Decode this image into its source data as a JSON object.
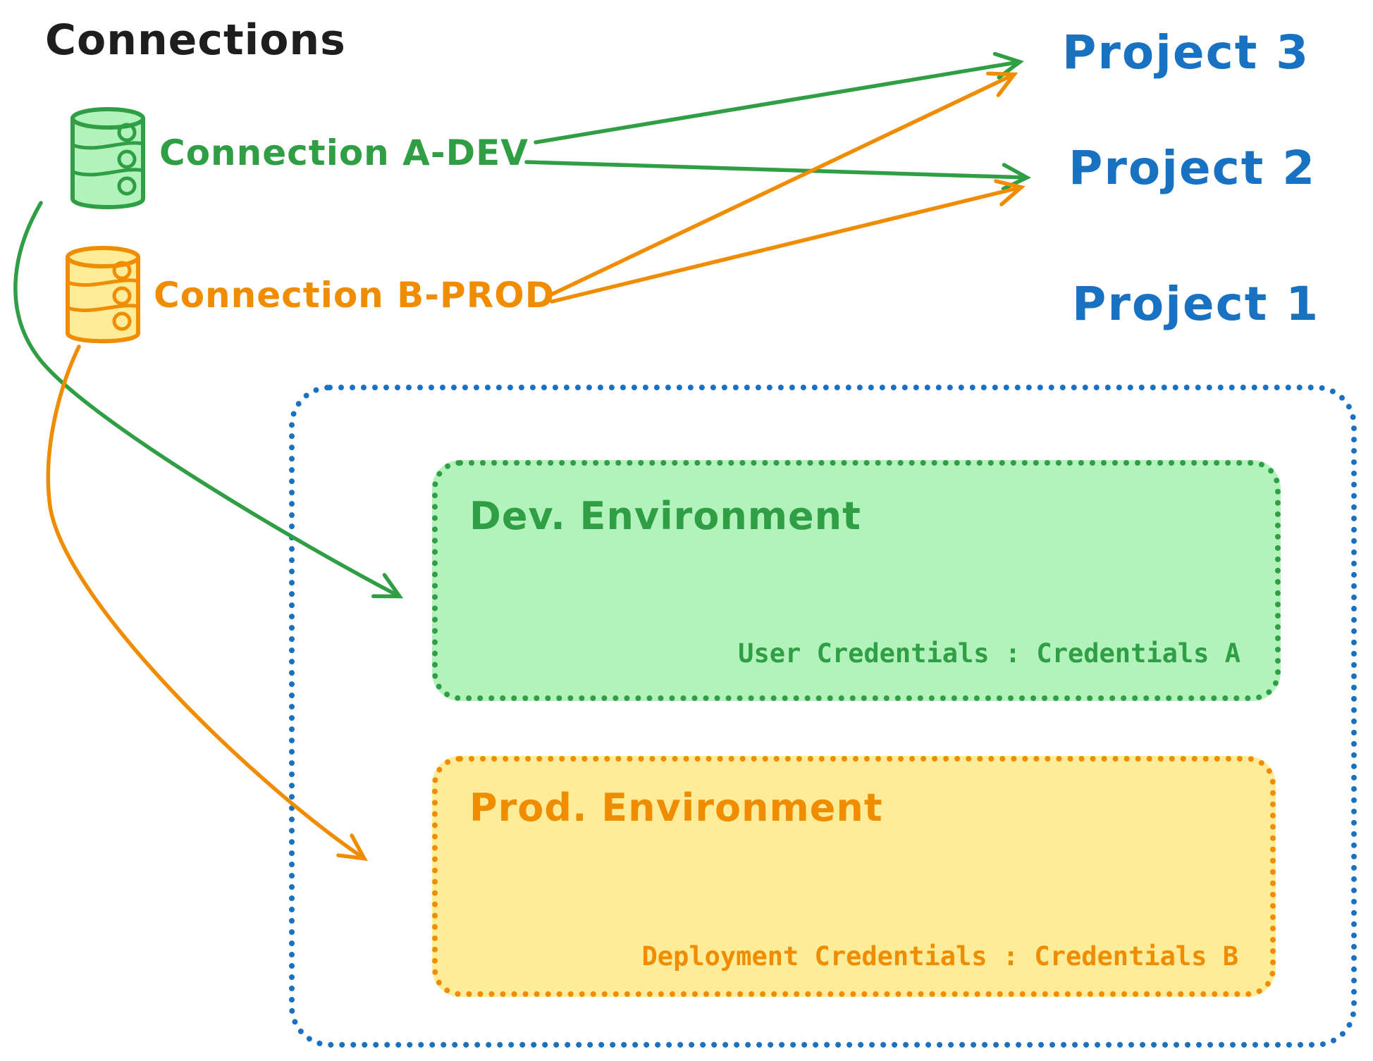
{
  "title": "Connections",
  "colors": {
    "black": "#1e1e1e",
    "green": "#2f9e44",
    "green_fill": "#b2f2bb",
    "orange": "#f08c00",
    "orange_fill": "#ffec99",
    "blue": "#1971c2",
    "background": "#ffffff"
  },
  "connections": [
    {
      "label": "Connection A-DEV",
      "icon": "database-icon",
      "color": "#2f9e44"
    },
    {
      "label": "Connection B-PROD",
      "icon": "database-icon",
      "color": "#f08c00"
    }
  ],
  "projects": [
    {
      "label": "Project 3"
    },
    {
      "label": "Project 2"
    },
    {
      "label": "Project 1"
    }
  ],
  "project1_detail": {
    "environments": [
      {
        "name": "Dev. Environment",
        "credentials_label": "User Credentials : Credentials A"
      },
      {
        "name": "Prod. Environment",
        "credentials_label": "Deployment Credentials : Credentials B"
      }
    ]
  },
  "edges": [
    {
      "from": "Connection A-DEV",
      "to": "Project 3",
      "color": "#2f9e44"
    },
    {
      "from": "Connection A-DEV",
      "to": "Project 2",
      "color": "#2f9e44"
    },
    {
      "from": "Connection B-PROD",
      "to": "Project 3",
      "color": "#f08c00"
    },
    {
      "from": "Connection B-PROD",
      "to": "Project 2",
      "color": "#f08c00"
    },
    {
      "from": "Connection A-DEV",
      "to": "Dev. Environment",
      "color": "#2f9e44"
    },
    {
      "from": "Connection B-PROD",
      "to": "Prod. Environment",
      "color": "#f08c00"
    }
  ]
}
